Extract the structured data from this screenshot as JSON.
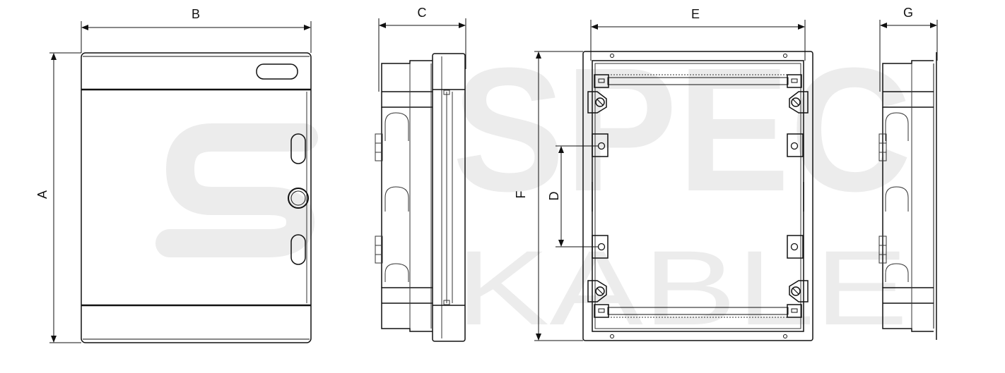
{
  "watermark": {
    "line1": "SPEC",
    "line2": "KABLE",
    "color": "#ececec"
  },
  "dimensions": {
    "a": "A",
    "b": "B",
    "c": "C",
    "d": "D",
    "e": "E",
    "f": "F",
    "g": "G"
  },
  "views": [
    {
      "name": "front-view"
    },
    {
      "name": "side-view-left"
    },
    {
      "name": "interior-view"
    },
    {
      "name": "side-view-right"
    }
  ],
  "colors": {
    "line": "#111111",
    "background": "#ffffff"
  }
}
